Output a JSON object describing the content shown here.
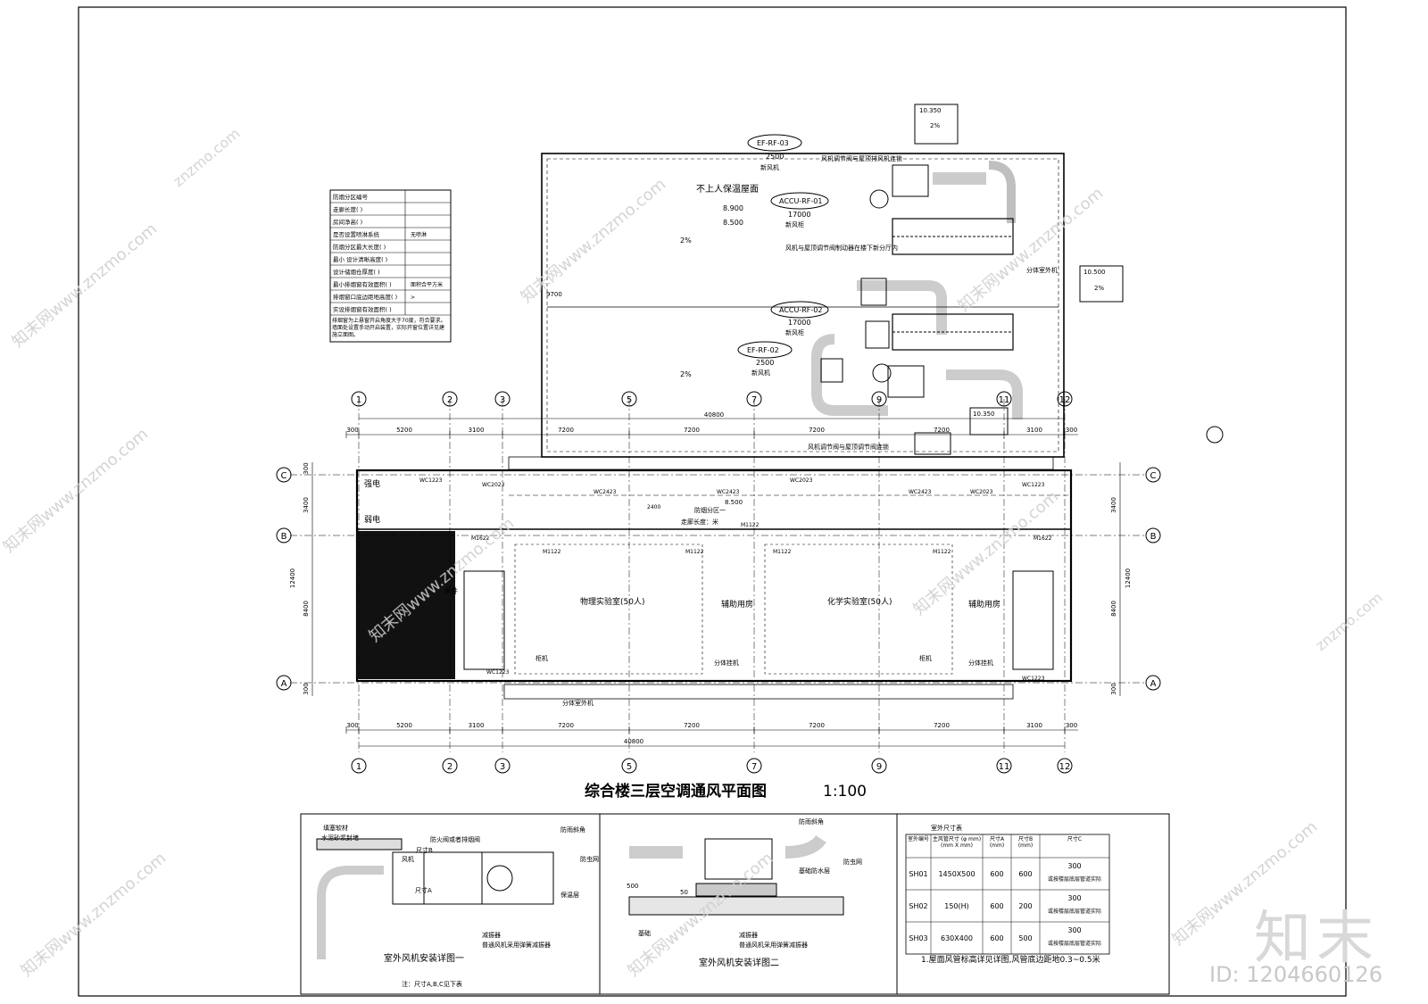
{
  "drawing": {
    "title": "综合楼三层空调通风平面图",
    "scale": "1:100"
  },
  "axes": {
    "columns": [
      "1",
      "2",
      "3",
      "5",
      "7",
      "9",
      "11",
      "12"
    ],
    "rows": [
      "A",
      "B",
      "C"
    ],
    "top_dims": [
      "300",
      "5200",
      "3100",
      "7200",
      "7200",
      "7200",
      "7200",
      "3100",
      "300"
    ],
    "bottom_dims": [
      "300",
      "5200",
      "3100",
      "7200",
      "7200",
      "7200",
      "7200",
      "3100",
      "300"
    ],
    "total_width": "40800",
    "left_dims": [
      "300",
      "3400",
      "12400",
      "8400",
      "300"
    ],
    "right_dims": [
      "3400",
      "12400",
      "8400",
      "300"
    ]
  },
  "roof": {
    "roof_label": "不上人保温屋面",
    "levels": [
      "8.900",
      "8.500"
    ],
    "slope": "2%",
    "parapet_dim": "9700",
    "units": [
      {
        "code": "EF-RF-03",
        "value": "2500",
        "desc": "新风机"
      },
      {
        "code": "ACCU-RF-01",
        "value": "17000",
        "desc": "新风柜"
      },
      {
        "code": "ACCU-RF-02",
        "value": "17000",
        "desc": "新风柜"
      },
      {
        "code": "EF-RF-02",
        "value": "2500",
        "desc": "新风机"
      }
    ],
    "notes": [
      "风机调节阀与屋顶排风机连锁",
      "风机与屋顶调节阀制动器在楼下新分厅内",
      "风机调节阀与屋顶调节阀连锁",
      "分体室外机"
    ],
    "box_levels": [
      "10.350",
      "10.500",
      "10.350"
    ]
  },
  "floor": {
    "room_labels": [
      "物理实验室(50人)",
      "辅助用房",
      "化学实验室(50人)",
      "辅助用房",
      "强电",
      "弱电",
      "水井",
      "走廊长度：米",
      "防烟分区一"
    ],
    "door_tags": [
      "M1122",
      "M1122",
      "M1122",
      "M1122",
      "M1122",
      "M1622",
      "M1622"
    ],
    "window_tags": [
      "WC1223",
      "WC2023",
      "WC2423",
      "WC2423",
      "WC2023",
      "WC2423",
      "WC2023",
      "WC1223",
      "WC1223",
      "WC1223"
    ],
    "equipment": [
      "分体室外机",
      "分体挂机",
      "柜机",
      "柜机",
      "分体挂机"
    ],
    "dims_misc": [
      "8.500",
      "2400"
    ]
  },
  "table_left": {
    "rows": [
      {
        "k": "防烟分区编号",
        "v": ""
      },
      {
        "k": "走廊长度( )",
        "v": ""
      },
      {
        "k": "房间净高( )",
        "v": ""
      },
      {
        "k": "是否设置喷淋系统",
        "v": "无喷淋"
      },
      {
        "k": "防烟分区最大长度( )",
        "v": ""
      },
      {
        "k": "最小 设计清晰高度( )",
        "v": ""
      },
      {
        "k": "设计储烟仓厚度( )",
        "v": ""
      },
      {
        "k": "最小排烟窗有效面积( )",
        "v": "面积合平方米"
      },
      {
        "k": "排烟窗口底边距地高度( )",
        "v": ">"
      },
      {
        "k": "实设排烟窗有效面积( )",
        "v": ""
      }
    ],
    "note": "排烟窗为上悬窗开启角度大于70度，符合要求。墙面处设置手动开启装置，实际开窗位置详见建施立面图。"
  },
  "details": [
    {
      "title": "室外风机安装详图一",
      "note": "注：尺寸A,B,C见下表",
      "labels": [
        "填塞软材",
        "水泥砂浆封堵",
        "风机",
        "防火阀或者排烟阀",
        "防雨斜角",
        "防虫网",
        "保温层",
        "减振器",
        "普通风机采用弹簧减振器",
        "尺寸A",
        "尺寸B"
      ]
    },
    {
      "title": "室外风机安装详图二",
      "labels": [
        "防雨斜角",
        "防虫网",
        "基础防水层",
        "基础",
        "减振器",
        "普通风机采用弹簧减振器",
        "500",
        "50"
      ]
    }
  ],
  "size_table": {
    "title": "室外尺寸表",
    "headers": [
      "室外编号",
      "主风管尺寸 (φ mm) (mm X mm)",
      "尺寸A (mm)",
      "尺寸B (mm)",
      "尺寸C"
    ],
    "rows": [
      {
        "id": "SH01",
        "main": "1450X500",
        "a": "600",
        "b": "600",
        "c": "300",
        "note": "或按楼层底层管道实际"
      },
      {
        "id": "SH02",
        "main": "150(H)",
        "a": "600",
        "b": "200",
        "c": "300",
        "note": "或按楼层底层管道实际"
      },
      {
        "id": "SH03",
        "main": "630X400",
        "a": "600",
        "b": "500",
        "c": "300",
        "note": "或按楼层底层管道实际"
      }
    ],
    "footnote": "1.屋面风管标高详见详图,风管底边距地0.3~0.5米"
  },
  "watermark": {
    "brand": "知末",
    "id_text": "ID: 1204660126",
    "site": "znzmo.com",
    "cn": "知末网www.znzmo.com"
  }
}
